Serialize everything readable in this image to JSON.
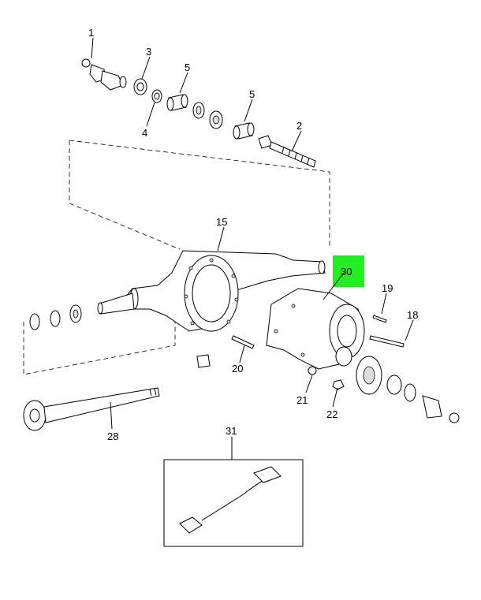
{
  "callouts": {
    "c1": "1",
    "c2": "2",
    "c3": "3",
    "c4": "4",
    "c5a": "5",
    "c5b": "5",
    "c15": "15",
    "c18": "18",
    "c19": "19",
    "c20": "20",
    "c21": "21",
    "c22": "22",
    "c28": "28",
    "c30": "30",
    "c31": "31"
  },
  "highlight": {
    "part": "30",
    "color": "#22ee22"
  }
}
